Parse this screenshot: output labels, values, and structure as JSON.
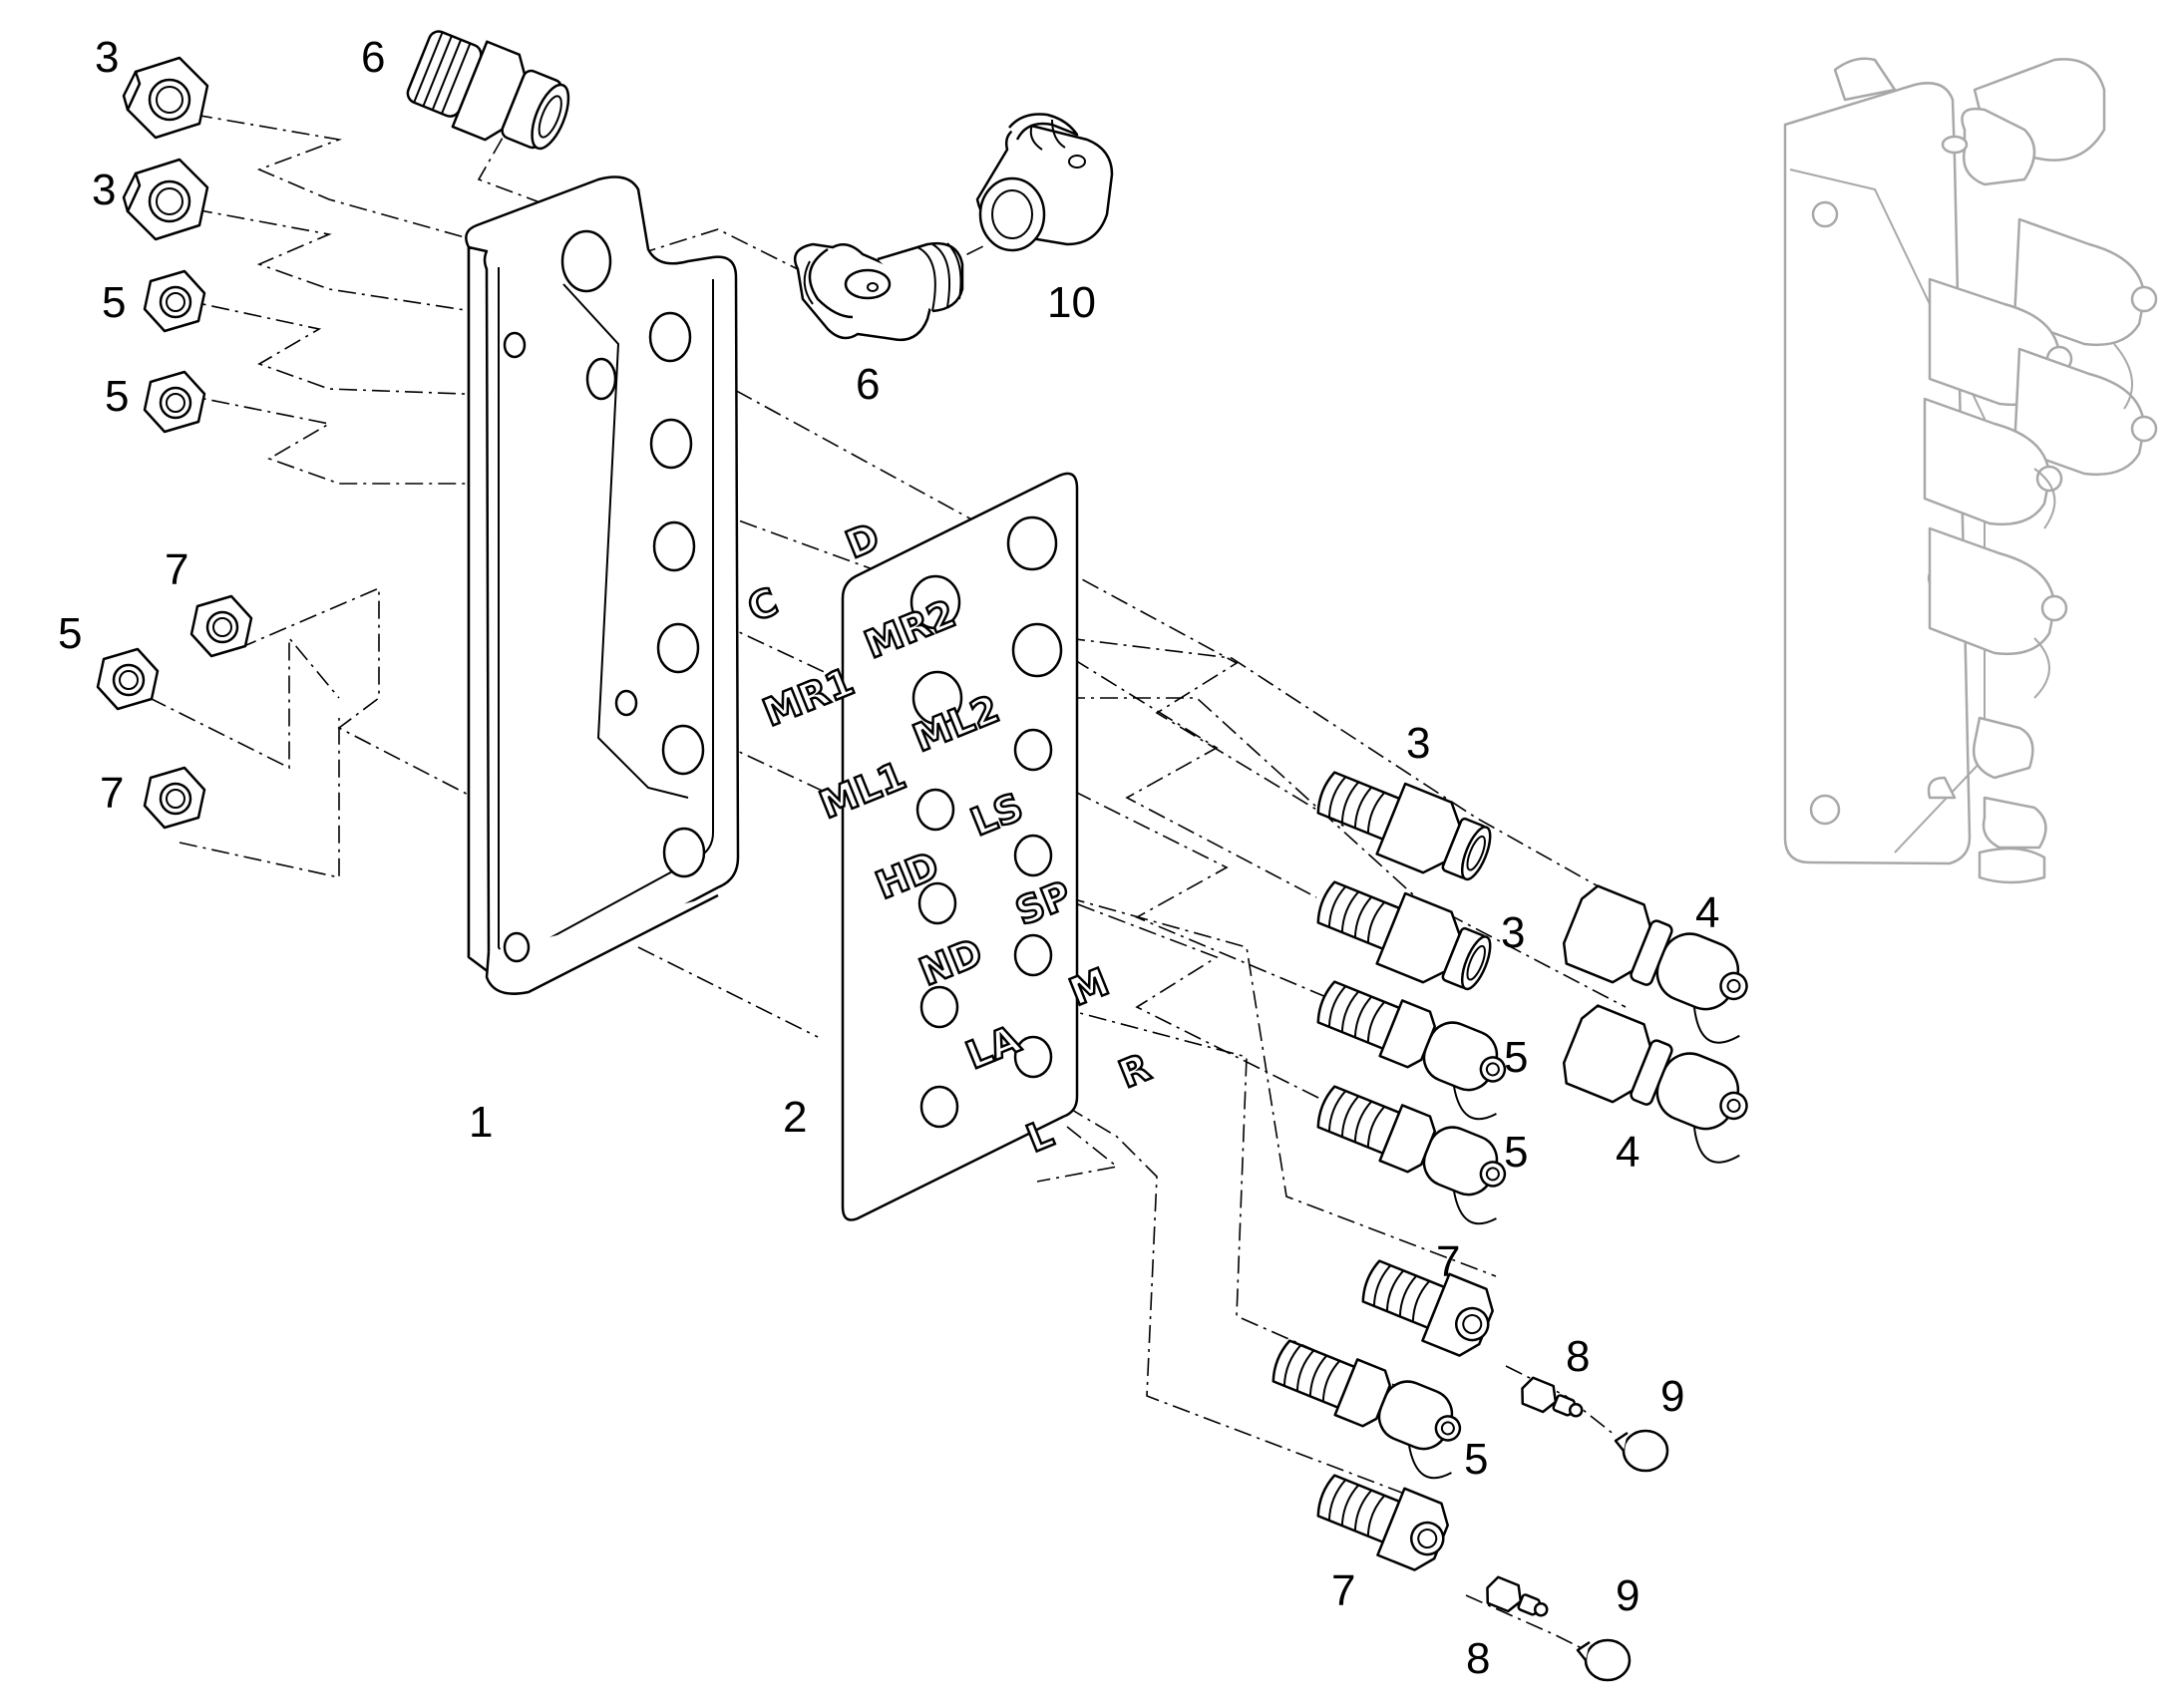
{
  "callouts": {
    "c1": "1",
    "c2": "2",
    "c3a": "3",
    "c3b": "3",
    "c3c": "3",
    "c3d": "3",
    "c4a": "4",
    "c4b": "4",
    "c5a": "5",
    "c5b": "5",
    "c5c": "5",
    "c5d": "5",
    "c5e": "5",
    "c5f": "5",
    "c6a": "6",
    "c6b": "6",
    "c7a": "7",
    "c7b": "7",
    "c7c": "7",
    "c7d": "7",
    "c8a": "8",
    "c8b": "8",
    "c9a": "9",
    "c9b": "9",
    "c10": "10"
  },
  "plate_labels": {
    "c": "C",
    "d": "D",
    "mr1": "MR1",
    "mr2": "MR2",
    "ml1": "ML1",
    "ml2": "ML2",
    "hd": "HD",
    "ls": "LS",
    "nd": "ND",
    "sp": "SP",
    "la": "LA",
    "m": "M",
    "l": "L",
    "r": "R"
  },
  "colors": {
    "line": "#000000",
    "ghost": "#a8a8a8",
    "background": "#ffffff"
  }
}
